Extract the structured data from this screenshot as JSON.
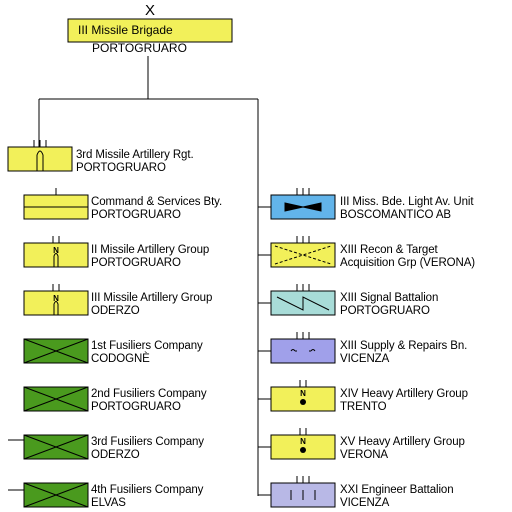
{
  "colors": {
    "infantry": "#4a9a1e",
    "artillery": "#f2f05a",
    "aviation": "#62b4ea",
    "signals": "#a8dcd8",
    "logistics": "#a0a0ea",
    "engineers": "#b8b8e6",
    "line": "#000000"
  },
  "hq": {
    "title": "III Missile Brigade",
    "location": "PORTOGRUARO",
    "symbol": "artillery-hq",
    "echelon": "X"
  },
  "units": [
    {
      "id": "missile-rgt",
      "name": "3rd Missile Artillery Rgt.",
      "location": "PORTOGRUARO",
      "symbol": "missile-regiment",
      "color": "#f2f05a",
      "column": "left"
    },
    {
      "id": "cmd-services",
      "name": "Command & Services Bty.",
      "location": "PORTOGRUARO",
      "symbol": "hq-battery",
      "color": "#f2f05a",
      "column": "left"
    },
    {
      "id": "ii-missile-group",
      "name": "II Missile Artillery Group",
      "location": "PORTOGRUARO",
      "symbol": "nuclear-missile",
      "color": "#f2f05a",
      "column": "left"
    },
    {
      "id": "iii-missile-group",
      "name": "III Missile Artillery Group",
      "location": "ODERZO",
      "symbol": "nuclear-missile",
      "color": "#f2f05a",
      "column": "left"
    },
    {
      "id": "fusiliers-1",
      "name": "1st Fusiliers Company",
      "location": "CODOGNÈ",
      "symbol": "infantry",
      "color": "#4a9a1e",
      "column": "left"
    },
    {
      "id": "fusiliers-2",
      "name": "2nd Fusiliers Company",
      "location": "PORTOGRUARO",
      "symbol": "infantry",
      "color": "#4a9a1e",
      "column": "left"
    },
    {
      "id": "fusiliers-3",
      "name": "3rd Fusiliers Company",
      "location": "ODERZO",
      "symbol": "infantry",
      "color": "#4a9a1e",
      "column": "left"
    },
    {
      "id": "fusiliers-4",
      "name": "4th Fusiliers Company",
      "location": "ELVAS",
      "symbol": "infantry",
      "color": "#4a9a1e",
      "column": "left"
    },
    {
      "id": "aviation",
      "name": "III Miss. Bde. Light Av. Unit",
      "location": "BOSCOMANTICO AB",
      "symbol": "aviation",
      "color": "#62b4ea",
      "column": "right"
    },
    {
      "id": "recon",
      "name": "XIII Recon & Target",
      "location": "Acquisition Grp (VERONA)",
      "symbol": "target-acquisition",
      "color": "#f2f05a",
      "column": "right"
    },
    {
      "id": "signal",
      "name": "XIII Signal Battalion",
      "location": "PORTOGRUARO",
      "symbol": "signals",
      "color": "#a8dcd8",
      "column": "right"
    },
    {
      "id": "supply",
      "name": "XIII Supply & Repairs Bn.",
      "location": "VICENZA",
      "symbol": "maintenance",
      "color": "#a0a0ea",
      "column": "right"
    },
    {
      "id": "heavy-xiv",
      "name": "XIV Heavy Artillery Group",
      "location": "TRENTO",
      "symbol": "nuclear-artillery",
      "color": "#f2f05a",
      "column": "right"
    },
    {
      "id": "heavy-xv",
      "name": "XV Heavy Artillery Group",
      "location": "VERONA",
      "symbol": "nuclear-artillery",
      "color": "#f2f05a",
      "column": "right"
    },
    {
      "id": "engineers",
      "name": "XXI Engineer Battalion",
      "location": "VICENZA",
      "symbol": "engineers",
      "color": "#b8b8e6",
      "column": "right"
    }
  ]
}
